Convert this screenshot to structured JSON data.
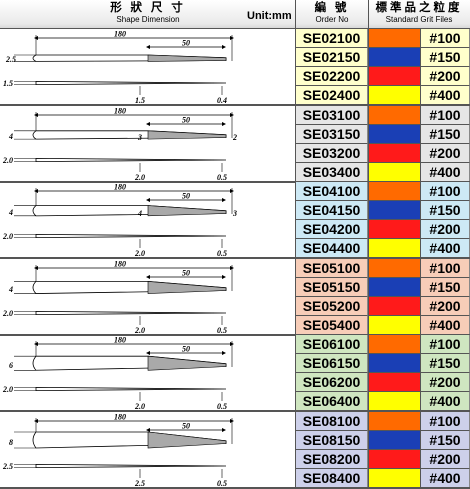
{
  "header": {
    "shape_cn": "形 狀 尺 寸",
    "shape_en": "Shape  Dimension",
    "unit": "Unit:mm",
    "order_cn": "編 號",
    "order_en": "Order  No",
    "grit_cn": "標準品之粒度",
    "grit_en": "Standard Grit Files"
  },
  "colors": {
    "grit_100": "#ff6a00",
    "grit_150": "#1a3fb5",
    "grit_200": "#ff1a1a",
    "grit_400": "#ffff00"
  },
  "sections": [
    {
      "bg": "#ffffcc",
      "dims": {
        "length": "180",
        "diamond": "50",
        "tip_width": "",
        "tip_thick": "0.4",
        "width": "2.5",
        "thick": "1.5",
        "thick_below": "1.5"
      },
      "rows": [
        {
          "code": "SE02100",
          "grit": "#100",
          "color": "#ff6a00"
        },
        {
          "code": "SE02150",
          "grit": "#150",
          "color": "#1a3fb5"
        },
        {
          "code": "SE02200",
          "grit": "#200",
          "color": "#ff1a1a"
        },
        {
          "code": "SE02400",
          "grit": "#400",
          "color": "#ffff00"
        }
      ]
    },
    {
      "bg": "#e6e6e6",
      "dims": {
        "length": "180",
        "diamond": "50",
        "tip_width": "2",
        "tip_mid": "3",
        "tip_thick": "0.5",
        "width": "4",
        "thick": "2.0",
        "thick_below": "2.0"
      },
      "rows": [
        {
          "code": "SE03100",
          "grit": "#100",
          "color": "#ff6a00"
        },
        {
          "code": "SE03150",
          "grit": "#150",
          "color": "#1a3fb5"
        },
        {
          "code": "SE03200",
          "grit": "#200",
          "color": "#ff1a1a"
        },
        {
          "code": "SE03400",
          "grit": "#400",
          "color": "#ffff00"
        }
      ]
    },
    {
      "bg": "#cde9f5",
      "dims": {
        "length": "180",
        "diamond": "50",
        "tip_width": "3",
        "tip_mid": "4",
        "tip_thick": "0.5",
        "width": "4",
        "thick": "2.0",
        "thick_below": "2.0"
      },
      "rows": [
        {
          "code": "SE04100",
          "grit": "#100",
          "color": "#ff6a00"
        },
        {
          "code": "SE04150",
          "grit": "#150",
          "color": "#1a3fb5"
        },
        {
          "code": "SE04200",
          "grit": "#200",
          "color": "#ff1a1a"
        },
        {
          "code": "SE04400",
          "grit": "#400",
          "color": "#ffff00"
        }
      ]
    },
    {
      "bg": "#f7cdb8",
      "dims": {
        "length": "180",
        "diamond": "50",
        "tip_width": "",
        "tip_thick": "0.5",
        "width": "4",
        "thick": "2.0",
        "thick_below": "2.0"
      },
      "rows": [
        {
          "code": "SE05100",
          "grit": "#100",
          "color": "#ff6a00"
        },
        {
          "code": "SE05150",
          "grit": "#150",
          "color": "#1a3fb5"
        },
        {
          "code": "SE05200",
          "grit": "#200",
          "color": "#ff1a1a"
        },
        {
          "code": "SE05400",
          "grit": "#400",
          "color": "#ffff00"
        }
      ]
    },
    {
      "bg": "#cfe6c0",
      "dims": {
        "length": "180",
        "diamond": "50",
        "tip_width": "",
        "tip_thick": "0.5",
        "width": "6",
        "thick": "2.0",
        "thick_below": "2.0"
      },
      "rows": [
        {
          "code": "SE06100",
          "grit": "#100",
          "color": "#ff6a00"
        },
        {
          "code": "SE06150",
          "grit": "#150",
          "color": "#1a3fb5"
        },
        {
          "code": "SE06200",
          "grit": "#200",
          "color": "#ff1a1a"
        },
        {
          "code": "SE06400",
          "grit": "#400",
          "color": "#ffff00"
        }
      ]
    },
    {
      "bg": "#cdd0ea",
      "dims": {
        "length": "180",
        "diamond": "50",
        "tip_width": "",
        "tip_thick": "0.5",
        "width": "8",
        "thick": "2.5",
        "thick_below": "2.5"
      },
      "rows": [
        {
          "code": "SE08100",
          "grit": "#100",
          "color": "#ff6a00"
        },
        {
          "code": "SE08150",
          "grit": "#150",
          "color": "#1a3fb5"
        },
        {
          "code": "SE08200",
          "grit": "#200",
          "color": "#ff1a1a"
        },
        {
          "code": "SE08400",
          "grit": "#400",
          "color": "#ffff00"
        }
      ]
    }
  ]
}
